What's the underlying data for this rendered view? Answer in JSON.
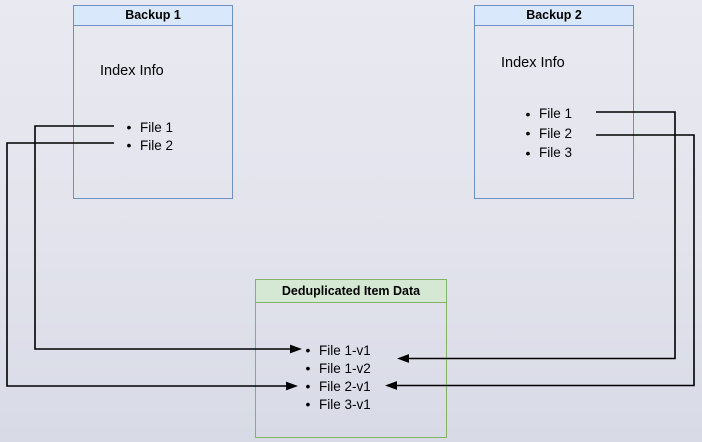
{
  "backup1": {
    "title": "Backup 1",
    "index_label": "Index Info",
    "items": [
      "File 1",
      "File 2"
    ]
  },
  "backup2": {
    "title": "Backup 2",
    "index_label": "Index Info",
    "items": [
      "File 1",
      "File 2",
      "File 3"
    ]
  },
  "dedup": {
    "title": "Deduplicated Item Data",
    "items": [
      "File 1-v1",
      "File 1-v2",
      "File 2-v1",
      "File 3-v1"
    ]
  },
  "bullet_glyph": "•",
  "connectors": [
    {
      "from": "Backup 1 / File 1",
      "to": "Deduplicated Item Data / File 1-v1"
    },
    {
      "from": "Backup 1 / File 2",
      "to": "Deduplicated Item Data / File 2-v1"
    },
    {
      "from": "Backup 2 / File 1",
      "to": "Deduplicated Item Data / File 1-v2"
    },
    {
      "from": "Backup 2 / File 2",
      "to": "Deduplicated Item Data / File 2-v1"
    }
  ],
  "colors": {
    "blue_header_fill": "#DAE8FC",
    "blue_border": "#6F90C3",
    "green_header_fill": "#D5E8D4",
    "green_border": "#82B366",
    "connector": "#000000",
    "background_top": "#E9E9F1",
    "background_bottom": "#D8DAE6"
  }
}
